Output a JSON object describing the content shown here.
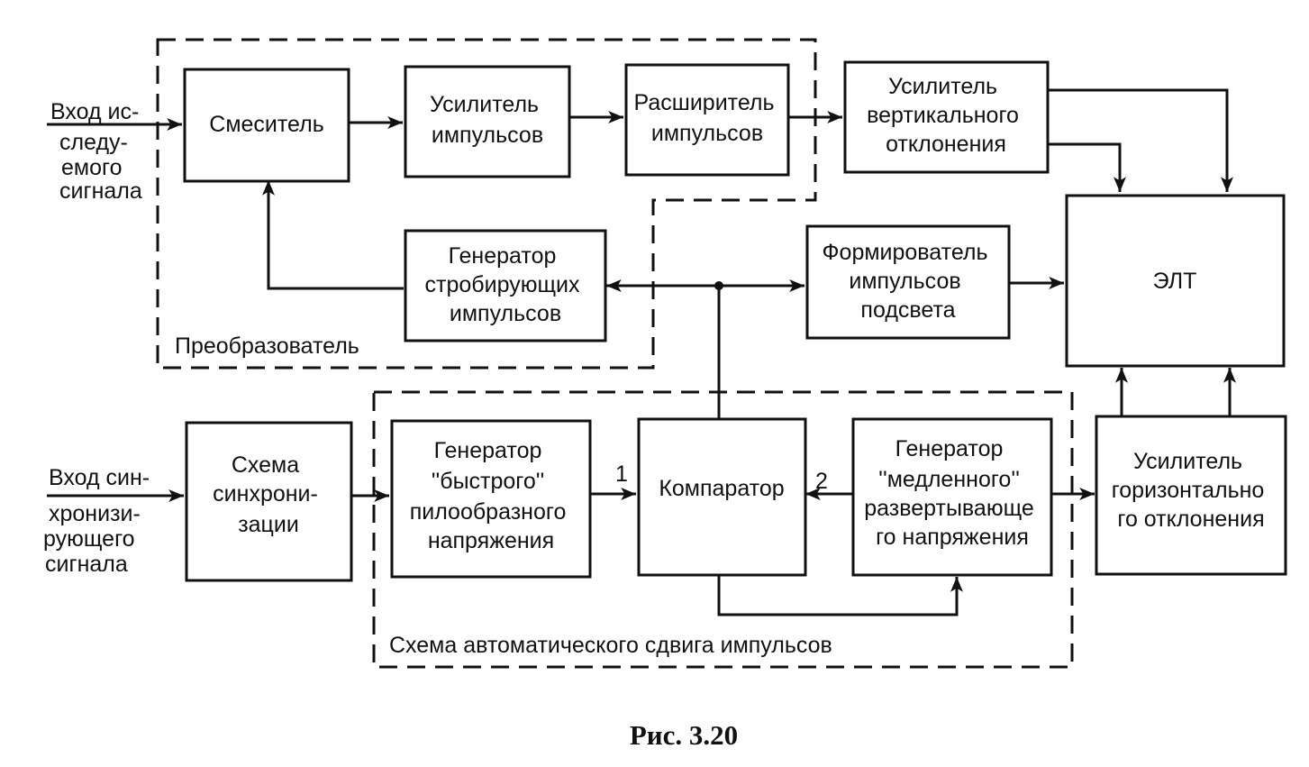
{
  "blocks": {
    "mixer": [
      "Смеситель"
    ],
    "pulse_amp": [
      "Усилитель",
      "импульсов"
    ],
    "pulse_expander": [
      "Расширитель",
      "импульсов"
    ],
    "vert_amp": [
      "Усилитель",
      "вертикального",
      "отклонения"
    ],
    "strobe_gen": [
      "Генератор",
      "стробирующих",
      "импульсов"
    ],
    "blank_shaper": [
      "Формирователь",
      "импульсов",
      "подсвета"
    ],
    "crt": [
      "ЭЛТ"
    ],
    "sync_circuit": [
      "Схема",
      "синхрони-",
      "зации"
    ],
    "fast_ramp_gen": [
      "Генератор",
      "''быстрого''",
      "пилообразного",
      "напряжения"
    ],
    "comparator": [
      "Компаратор"
    ],
    "slow_sweep_gen": [
      "Генератор",
      "''медленного''",
      "развертывающе",
      "го напряжения"
    ],
    "horiz_amp": [
      "Усилитель",
      "горизонтально",
      "го отклонения"
    ]
  },
  "inputs": {
    "signal": [
      "Вход ис-",
      "следу-",
      "емого",
      "сигнала"
    ],
    "sync": [
      "Вход син-",
      "хронизи-",
      "рующего",
      "сигнала"
    ]
  },
  "groups": {
    "converter": "Преобразователь",
    "auto_shift": "Схема автоматического сдвига импульсов"
  },
  "port_labels": {
    "comparator_in_1": "1",
    "comparator_in_2": "2"
  },
  "caption": "Рис. 3.20"
}
